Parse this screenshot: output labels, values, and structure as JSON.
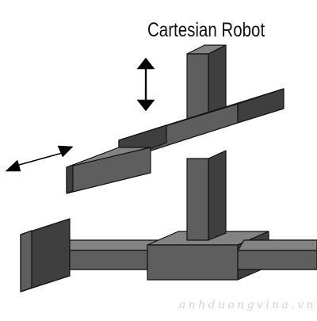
{
  "diagram": {
    "title": "Cartesian Robot",
    "watermark": "anhduongvina.vn",
    "colors": {
      "front": "#5e5e5e",
      "top": "#838383",
      "side": "#3f3f3f",
      "edge": "#111111",
      "arrow": "#000000",
      "background": "#ffffff"
    },
    "parts": [
      "base-rail",
      "left-end-plate",
      "carriage-block",
      "vertical-column",
      "horizontal-beam",
      "extending-arm",
      "vertical-motion-arrow",
      "horizontal-motion-arrow"
    ]
  }
}
